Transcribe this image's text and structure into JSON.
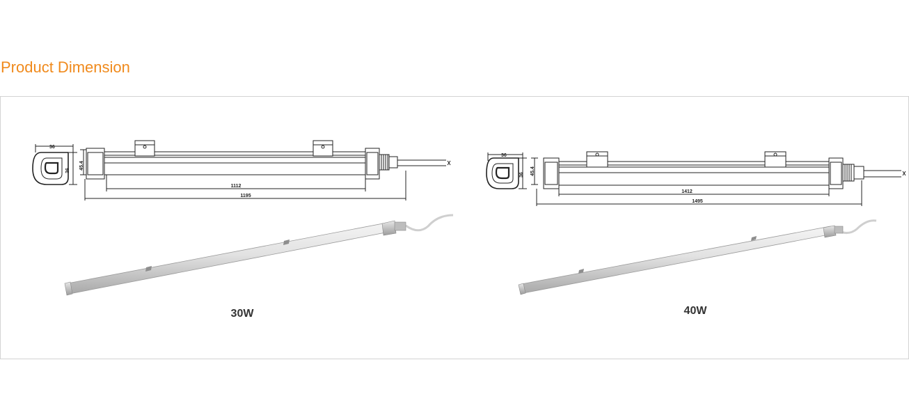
{
  "page": {
    "title": "Product Dimension",
    "accent_color": "#f08a1c",
    "border_color": "#d3d3d3"
  },
  "products": [
    {
      "caption": "30W",
      "dims": {
        "width": "36",
        "height": "45.4",
        "body_height": "36",
        "tube_length": "1112",
        "total_length": "1195"
      }
    },
    {
      "caption": "40W",
      "dims": {
        "width": "36",
        "height": "45.4",
        "body_height": "36",
        "tube_length": "1412",
        "total_length": "1495"
      }
    }
  ]
}
